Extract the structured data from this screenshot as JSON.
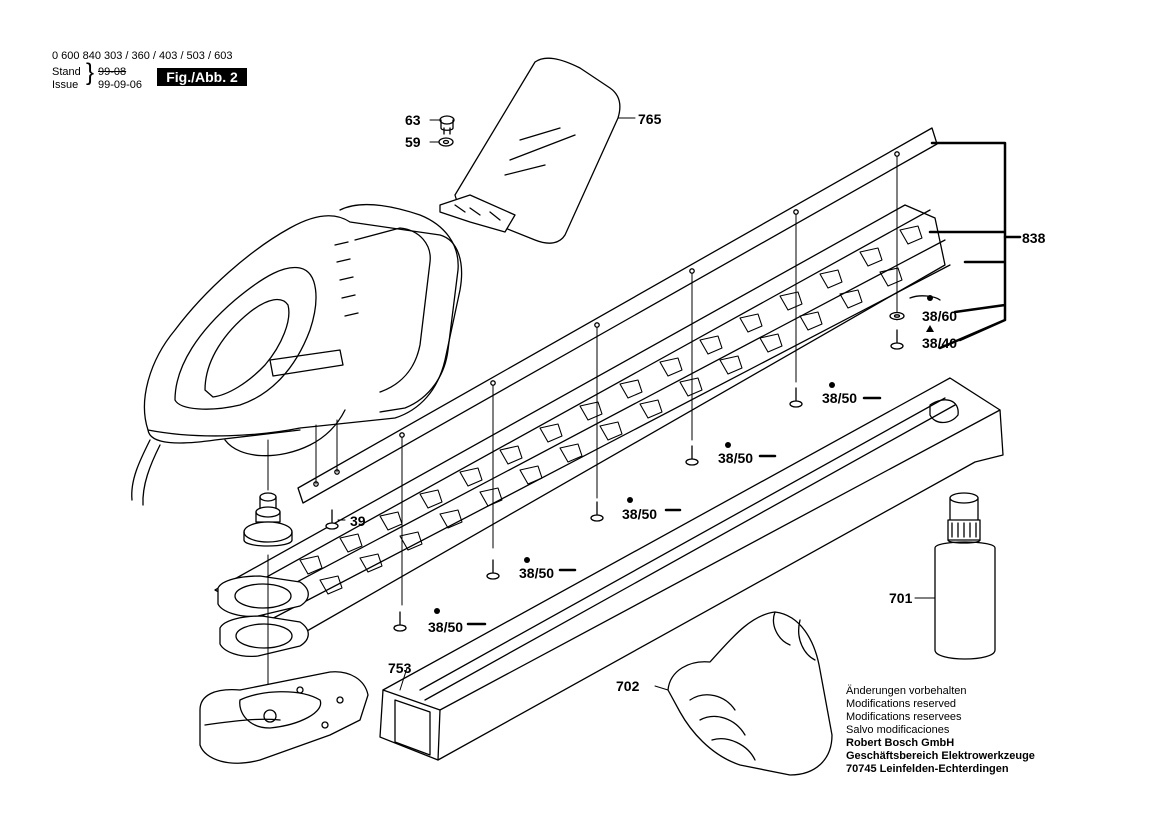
{
  "header": {
    "part_numbers": "0 600 840 303 / 360 / 403 / 503 / 603",
    "stand_label": "Stand",
    "stand_value": "99-08",
    "issue_label": "Issue",
    "issue_value": "99-09-06",
    "figure": "Fig./Abb. 2"
  },
  "callouts": {
    "c63": "63",
    "c59": "59",
    "c765": "765",
    "c838": "838",
    "c38_60": "38/60",
    "c38_40": "38/40",
    "c38_50": "38/50",
    "c39": "39",
    "c701": "701",
    "c753": "753",
    "c702": "702"
  },
  "notes": {
    "line1": "Änderungen vorbehalten",
    "line2": "Modifications reserved",
    "line3": "Modifications reservees",
    "line4": "Salvo modificaciones",
    "company1": "Robert Bosch GmbH",
    "company2": "Geschäftsbereich Elektrowerkzeuge",
    "company3": "70745 Leinfelden-Echterdingen"
  }
}
